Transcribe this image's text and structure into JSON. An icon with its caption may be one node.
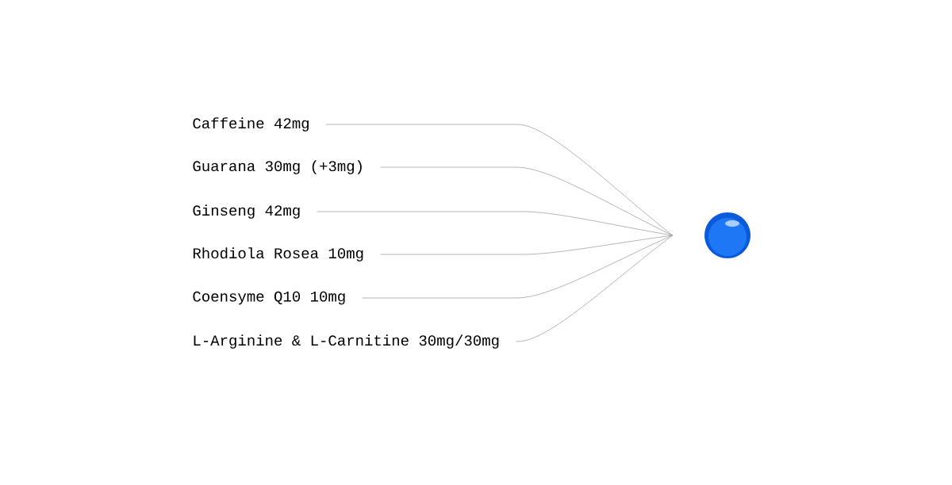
{
  "diagram": {
    "nodes": [
      {
        "text": [
          "Caffeine 42mg"
        ]
      },
      {
        "text": [
          "Guarana 30mg (+3mg)"
        ]
      },
      {
        "text": [
          "Ginseng 42mg"
        ]
      },
      {
        "text": [
          "Rhodiola Rosea 10mg"
        ]
      },
      {
        "text": [
          "Coensyme Q10 10mg"
        ]
      },
      {
        "text": [
          "L-Arginine & L-Carnitine 30mg/30mg"
        ]
      },
      {
        "text": [],
        "shape": "picture"
      }
    ],
    "edges": [
      {
        "from": 0,
        "to": 6,
        "arrow": "none"
      },
      {
        "from": 1,
        "to": 6,
        "arrow": "none"
      },
      {
        "from": 2,
        "to": 6,
        "arrow": "none"
      },
      {
        "from": 3,
        "to": 6,
        "arrow": "none"
      },
      {
        "from": 4,
        "to": 6,
        "arrow": "none"
      },
      {
        "from": 5,
        "to": 6,
        "arrow": "none"
      }
    ]
  }
}
